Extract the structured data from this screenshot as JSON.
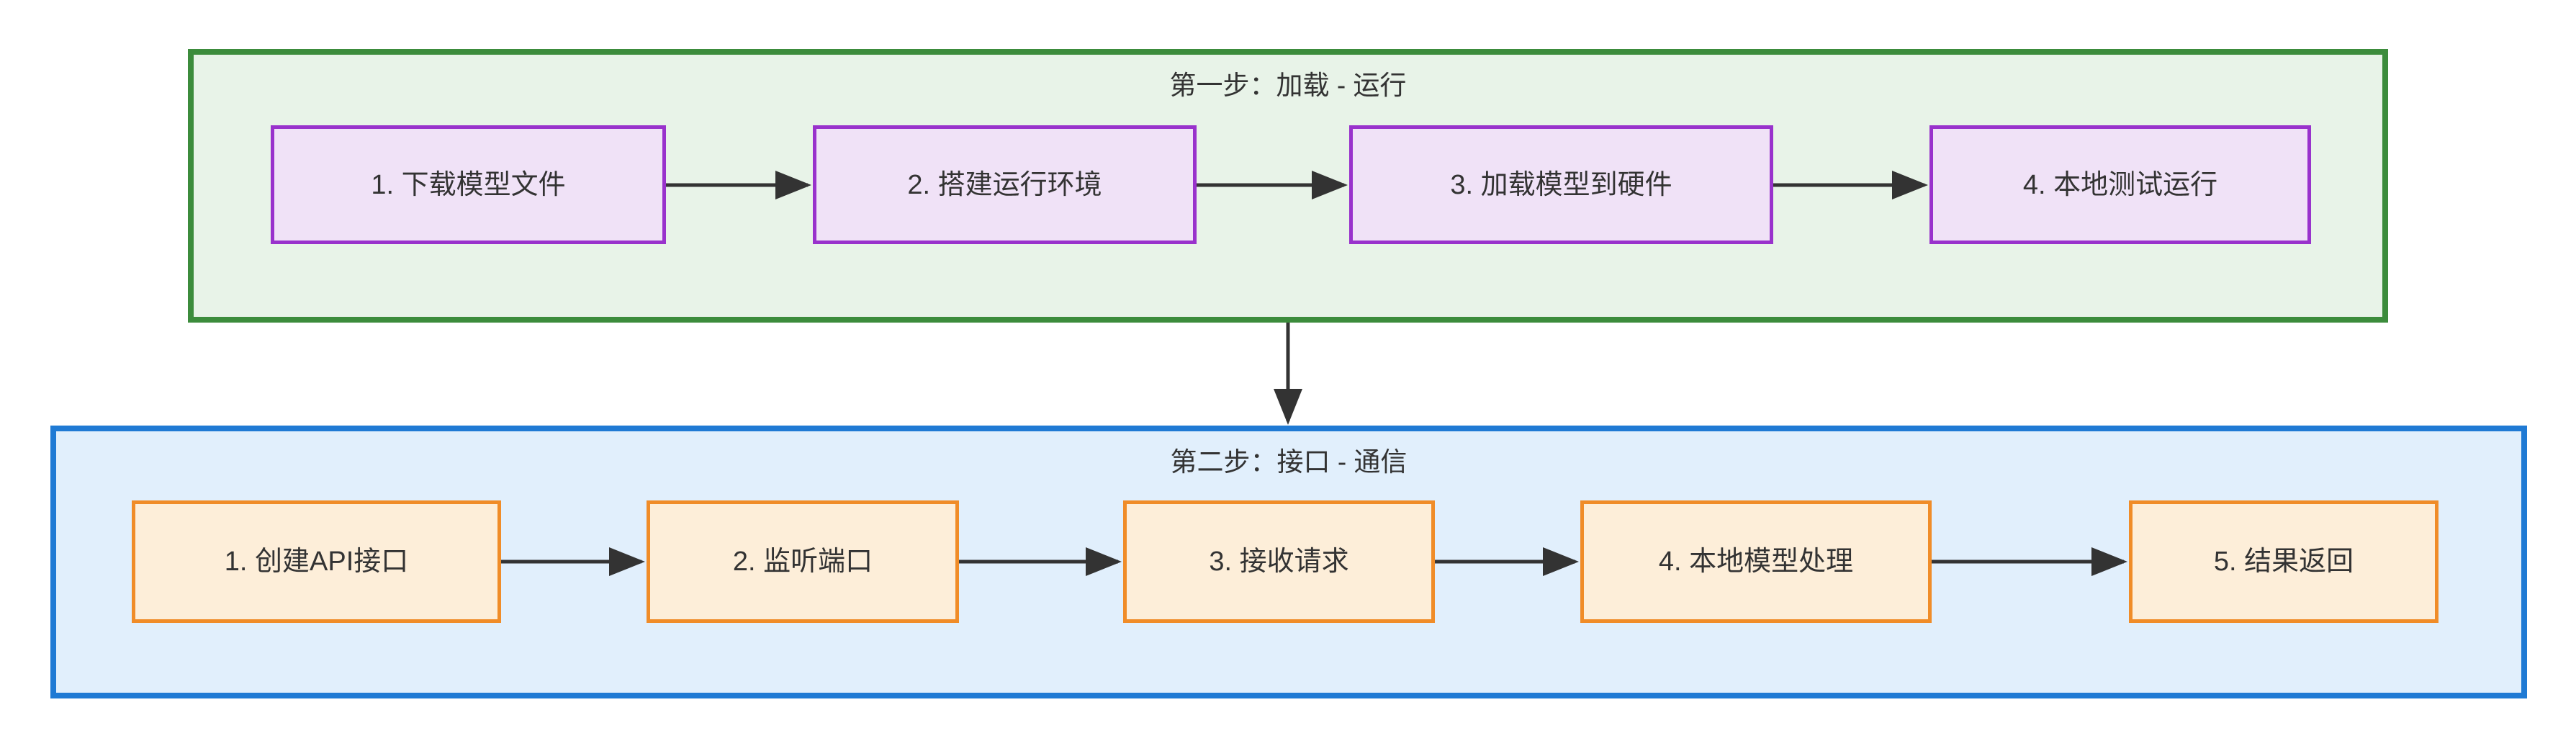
{
  "diagram": {
    "type": "flowchart",
    "orientation": "two-stage-horizontal",
    "background": "#ffffff",
    "colors": {
      "green_border": "#3c8c3c",
      "green_fill": "#e8f3e8",
      "blue_border": "#1f7ad4",
      "blue_fill": "#e1effc",
      "purple_border": "#9932cc",
      "purple_fill": "#f0e2f7",
      "orange_border": "#f08c28",
      "orange_fill": "#fdeed9",
      "edge": "#333333",
      "text": "#333333"
    }
  },
  "stage_one": {
    "title": "第一步：加载 - 运行",
    "nodes": [
      {
        "id": "load-1",
        "label": "1. 下载模型文件"
      },
      {
        "id": "load-2",
        "label": "2. 搭建运行环境"
      },
      {
        "id": "load-3",
        "label": "3. 加载模型到硬件"
      },
      {
        "id": "load-4",
        "label": "4. 本地测试运行"
      }
    ]
  },
  "stage_two": {
    "title": "第二步：接口 - 通信",
    "nodes": [
      {
        "id": "api-1",
        "label": "1. 创建API接口"
      },
      {
        "id": "api-2",
        "label": "2. 监听端口"
      },
      {
        "id": "api-3",
        "label": "3. 接收请求"
      },
      {
        "id": "api-4",
        "label": "4. 本地模型处理"
      },
      {
        "id": "api-5",
        "label": "5. 结果返回"
      }
    ]
  },
  "edges": [
    {
      "from": "load-1",
      "to": "load-2",
      "label": ""
    },
    {
      "from": "load-2",
      "to": "load-3",
      "label": ""
    },
    {
      "from": "load-3",
      "to": "load-4",
      "label": ""
    },
    {
      "from": "stage_one",
      "to": "stage_two",
      "label": ""
    },
    {
      "from": "api-1",
      "to": "api-2",
      "label": ""
    },
    {
      "from": "api-2",
      "to": "api-3",
      "label": ""
    },
    {
      "from": "api-3",
      "to": "api-4",
      "label": ""
    },
    {
      "from": "api-4",
      "to": "api-5",
      "label": ""
    }
  ]
}
